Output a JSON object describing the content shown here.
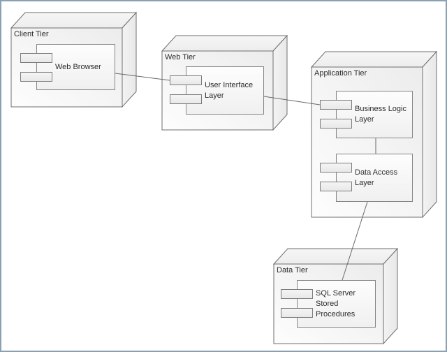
{
  "diagram": {
    "type": "uml-deployment-diagram",
    "nodes": [
      {
        "label": "Client Tier",
        "components": [
          {
            "label": "Web Browser"
          }
        ]
      },
      {
        "label": "Web Tier",
        "components": [
          {
            "label": "User Interface\nLayer"
          }
        ]
      },
      {
        "label": "Application Tier",
        "components": [
          {
            "label": "Business Logic\nLayer"
          },
          {
            "label": "Data Access\nLayer"
          }
        ]
      },
      {
        "label": "Data Tier",
        "components": [
          {
            "label": "SQL Server\nStored\nProcedures"
          }
        ]
      }
    ],
    "connections": [
      {
        "from": "Web Browser",
        "to": "User Interface Layer"
      },
      {
        "from": "User Interface Layer",
        "to": "Business Logic Layer"
      },
      {
        "from": "Business Logic Layer",
        "to": "Data Access Layer"
      },
      {
        "from": "Data Access Layer",
        "to": "SQL Server Stored Procedures"
      }
    ],
    "colors": {
      "canvas_border": "#8ca0b4",
      "shape_outline": "#6f6f6f",
      "component_outline": "#858585",
      "connector": "#696969",
      "text": "#2c2c2c",
      "face_fill_light": "#fdfdfd",
      "face_fill_dark": "#ececec"
    }
  }
}
